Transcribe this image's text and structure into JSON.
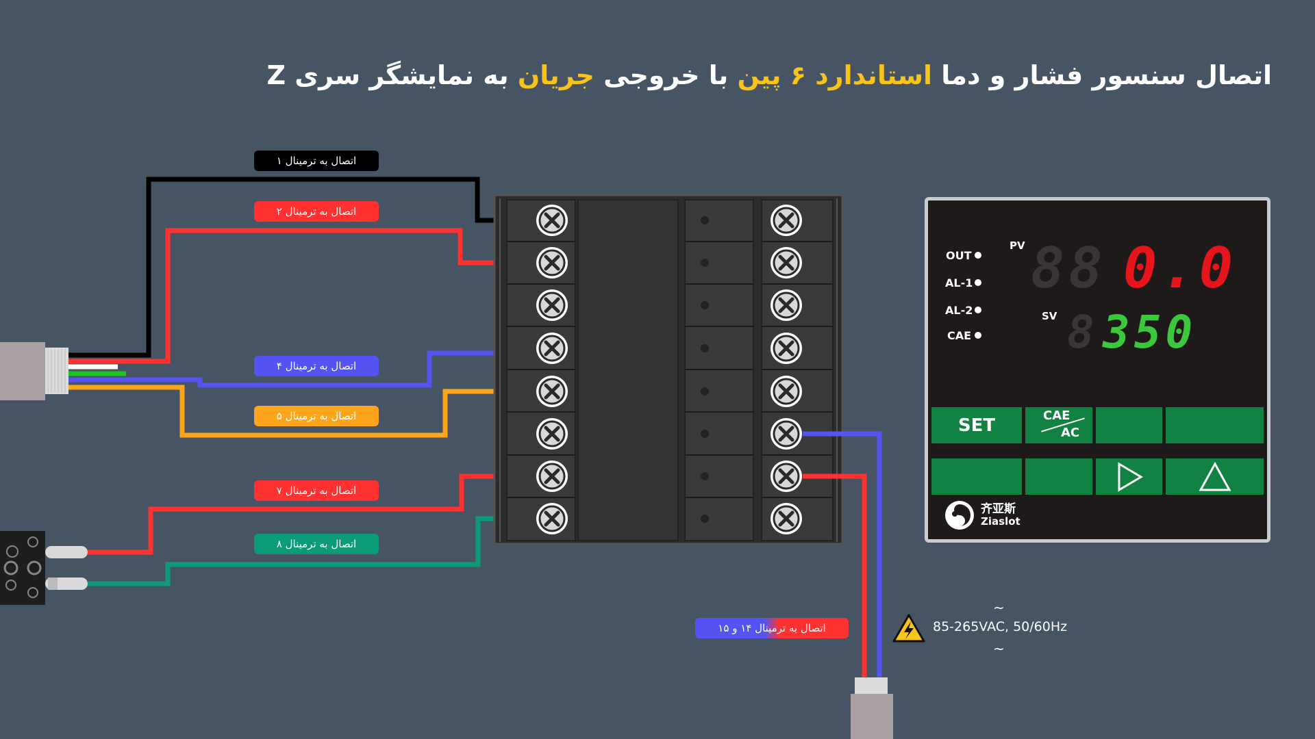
{
  "title": {
    "parts": [
      {
        "text": "اتصال سنسور فشار و دما ",
        "highlight": false
      },
      {
        "text": "استاندارد ۶ پین",
        "highlight": true
      },
      {
        "text": " با خروجی ",
        "highlight": false
      },
      {
        "text": "جریان",
        "highlight": true
      },
      {
        "text": " به نمایشگر سری Z",
        "highlight": false
      }
    ],
    "highlight_color": "#f8c41c"
  },
  "labels": {
    "t1": "اتصال به ترمینال ۱",
    "t2": "اتصال به ترمینال ۲",
    "t4": "اتصال به ترمینال ۴",
    "t5": "اتصال به ترمینال ۵",
    "t7": "اتصال به ترمینال ۷",
    "t8": "اتصال به ترمینال ۸",
    "t14_15": "اتصال به ترمینال ۱۴ و ۱۵"
  },
  "colors": {
    "background": "#475464",
    "wire_black": "#000000",
    "wire_red": "#ff3131",
    "wire_blue": "#5454f2",
    "wire_orange": "#ffa51c",
    "wire_green": "#0c9b78",
    "wire_white": "#ffffff",
    "wire_green2": "#19c51e",
    "pv_digit": "#e8141b",
    "sv_digit": "#3cc83c",
    "key_green": "#128243"
  },
  "display": {
    "indicators": [
      "OUT",
      "AL-1",
      "AL-2",
      "CAE"
    ],
    "pv_label": "PV",
    "sv_label": "SV",
    "pv_value": "0.0",
    "sv_value": "350",
    "keys": {
      "set": "SET",
      "cae": "CAE",
      "ac": "AC"
    },
    "icons": [
      "play-triangle-icon",
      "up-triangle-icon"
    ],
    "brand_cn": "齐亚斯",
    "brand_en": "Ziaslot"
  },
  "power": {
    "voltage": "85-265VAC, 50/60Hz",
    "tilde": "~",
    "icon": "high-voltage-warning-icon"
  }
}
